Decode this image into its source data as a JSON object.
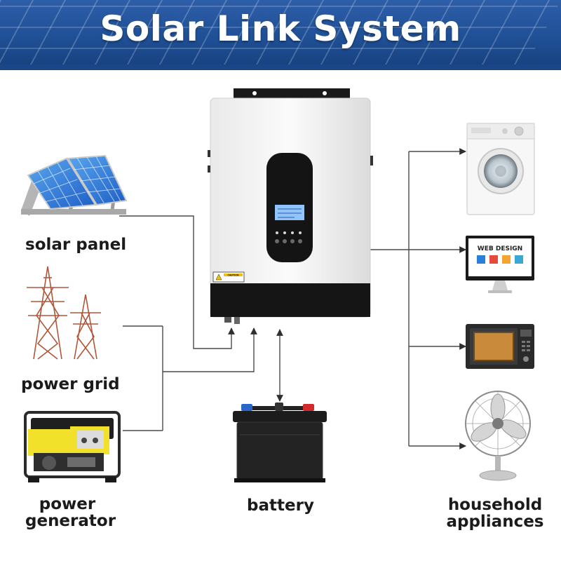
{
  "title": "Solar Link System",
  "labels": {
    "solar_panel": "solar panel",
    "power_grid": "power grid",
    "power_generator_line1": "power",
    "power_generator_line2": "generator",
    "battery": "battery",
    "household_line1": "household",
    "household_line2": "appliances"
  },
  "inverter": {
    "caution_label": "CAUTION"
  },
  "monitor": {
    "screen_text": "WEB DESIGN"
  },
  "colors": {
    "header_blue": "#1f4f95",
    "line": "#4a4a4a",
    "label_text": "#1b1b1b",
    "battery_red": "#d22b2b",
    "battery_blue": "#2a66c9",
    "generator_yellow": "#f2e12a",
    "lcd_blue": "#8fc4ff"
  },
  "icons": [
    "solar-panel-icon",
    "power-tower-icon",
    "generator-icon",
    "inverter-icon",
    "battery-icon",
    "washing-machine-icon",
    "monitor-icon",
    "microwave-icon",
    "fan-icon"
  ]
}
